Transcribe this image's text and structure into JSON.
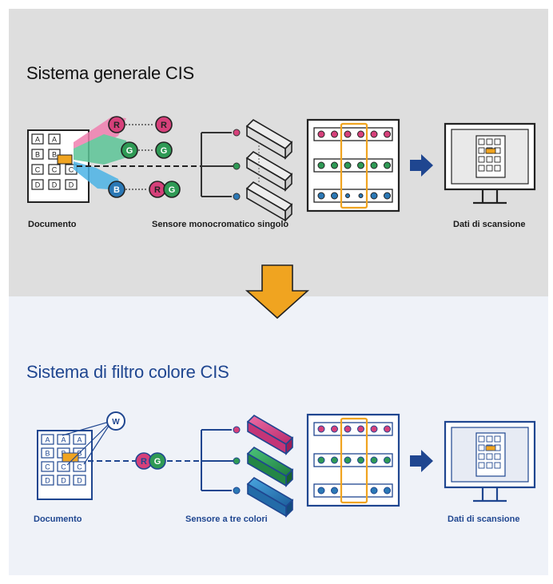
{
  "top_section": {
    "title": "Sistema generale CIS",
    "labels": {
      "document": "Documento",
      "sensor": "Sensore monocromatico singolo",
      "scan_data": "Dati di scansione"
    },
    "doc_letters": [
      [
        "A",
        "A",
        ""
      ],
      [
        "B",
        "B",
        ""
      ],
      [
        "C",
        "C",
        "C"
      ],
      [
        "D",
        "D",
        "D"
      ]
    ],
    "channels": {
      "r": "R",
      "g": "G",
      "b": "B"
    }
  },
  "bottom_section": {
    "title": "Sistema di filtro colore CIS",
    "labels": {
      "document": "Documento",
      "sensor": "Sensore a tre colori",
      "scan_data": "Dati di scansione"
    },
    "doc_letters": [
      [
        "A",
        "A",
        "A"
      ],
      [
        "B",
        "B",
        "B"
      ],
      [
        "C",
        "C",
        "C"
      ],
      [
        "D",
        "D",
        "D"
      ]
    ],
    "white_light": "W",
    "channels": {
      "r": "R",
      "g": "G"
    }
  },
  "colors": {
    "top_bg": "#dedede",
    "bottom_bg": "#eff2f8",
    "navy": "#1f4690",
    "orange": "#f0a420",
    "red": "#d6407a",
    "green": "#2f9a55",
    "blue": "#2b78b5"
  }
}
